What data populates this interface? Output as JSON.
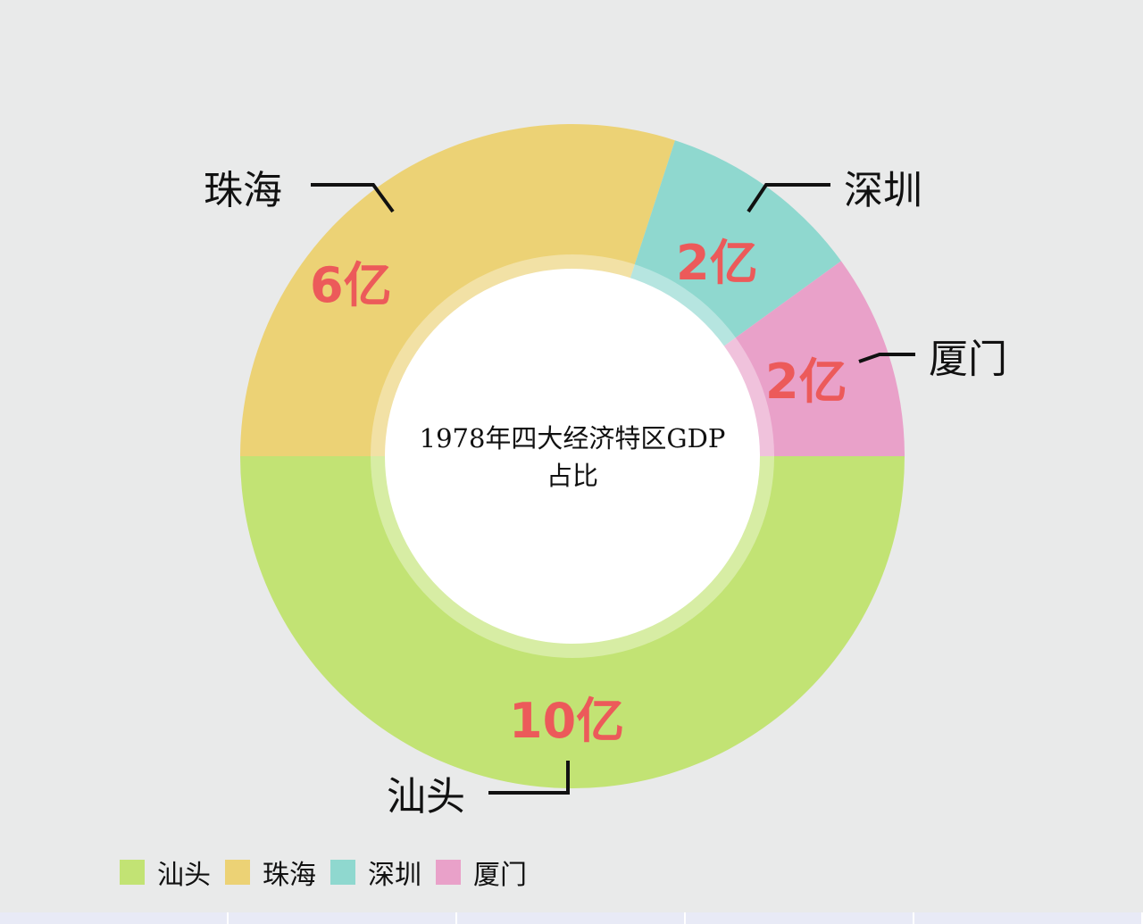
{
  "chart_data": {
    "type": "pie",
    "variant": "donut",
    "title": "1978年四大经济特区GDP占比",
    "title_lines": [
      "1978年四大经济特区GDP",
      "占比"
    ],
    "categories": [
      "汕头",
      "珠海",
      "深圳",
      "厦门"
    ],
    "values": [
      10,
      6,
      2,
      2
    ],
    "value_labels": [
      "10亿",
      "6亿",
      "2亿",
      "2亿"
    ],
    "unit": "亿",
    "colors": [
      "#c2e374",
      "#ecd275",
      "#8fd8cf",
      "#e9a1c9"
    ],
    "legend_position": "bottom-left"
  },
  "slices": [
    {
      "name": "汕头",
      "value_label": "10亿",
      "color": "#c2e374"
    },
    {
      "name": "珠海",
      "value_label": "6亿",
      "color": "#ecd275"
    },
    {
      "name": "深圳",
      "value_label": "2亿",
      "color": "#8fd8cf"
    },
    {
      "name": "厦门",
      "value_label": "2亿",
      "color": "#e9a1c9"
    }
  ],
  "legend": [
    {
      "label": "汕头",
      "color": "#c2e374"
    },
    {
      "label": "珠海",
      "color": "#ecd275"
    },
    {
      "label": "深圳",
      "color": "#8fd8cf"
    },
    {
      "label": "厦门",
      "color": "#e9a1c9"
    }
  ]
}
